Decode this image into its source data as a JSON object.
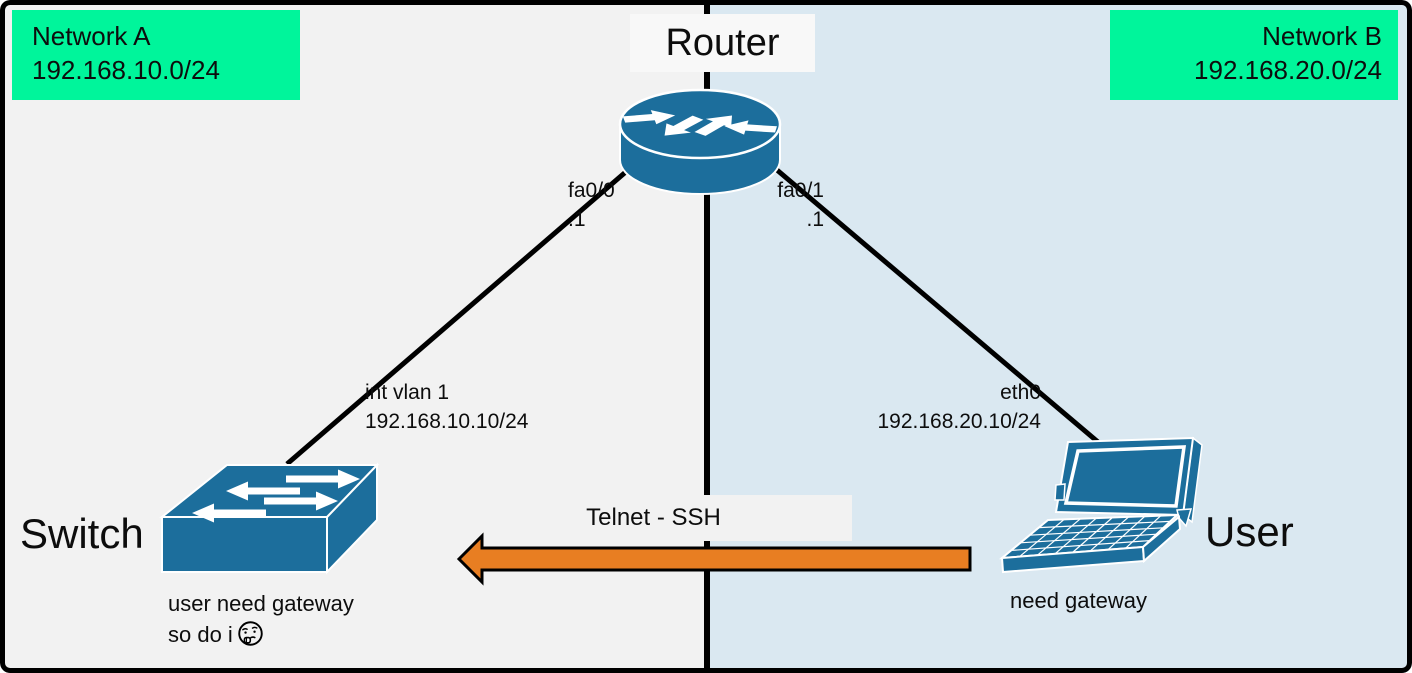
{
  "colors": {
    "device_teal": "#1C6E9C",
    "network_label_green": "#00F59B",
    "network_a_bg": "#F2F2F2",
    "network_b_bg": "#DAE8F1",
    "flow_arrow_orange": "#E87E22",
    "line_black": "#000000"
  },
  "network_a": {
    "name": "Network A",
    "cidr": "192.168.10.0/24"
  },
  "network_b": {
    "name": "Network B",
    "cidr": "192.168.20.0/24"
  },
  "router": {
    "label": "Router",
    "if_left": {
      "name": "fa0/0",
      "ip": ".1"
    },
    "if_right": {
      "name": "fa0/1",
      "ip": ".1"
    }
  },
  "switch": {
    "label": "Switch",
    "if_name": "int vlan 1",
    "if_ip": "192.168.10.10/24",
    "note_line1": "user need gateway",
    "note_line2": "so do i",
    "note_emoji": "thinking-face"
  },
  "user": {
    "label": "User",
    "if_name": "eth0",
    "if_ip": "192.168.20.10/24",
    "note": "need gateway"
  },
  "flow": {
    "label": "Telnet - SSH",
    "direction": "right-to-left"
  },
  "icons": {
    "router": "router-icon",
    "switch": "switch-icon",
    "user": "laptop-icon",
    "emoji": "thinking-face-icon"
  }
}
